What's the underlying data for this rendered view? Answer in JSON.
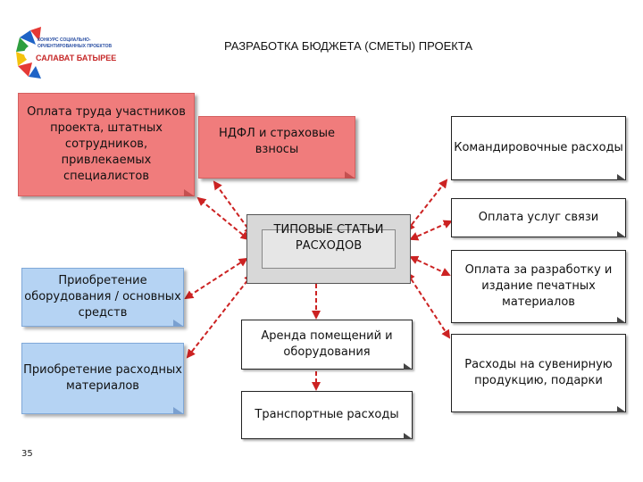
{
  "logo": {
    "line1": "КОНКУРС СОЦИАЛЬНО-",
    "line2": "ОРИЕНТИРОВАННЫХ ПРОЕКТОВ",
    "line3": "САЛАВАТ БАТЫРЕЕ"
  },
  "title": "РАЗРАБОТКА БЮДЖЕТА (СМЕТЫ) ПРОЕКТА",
  "center": "ТИПОВЫЕ СТАТЬИ РАСХОДОВ",
  "boxes": {
    "labor": "Оплата труда участников проекта, штатных сотрудников, привлекаемых специалистов",
    "ndfl": "НДФЛ и страховые взносы",
    "travel": "Командировочные расходы",
    "comm": "Оплата услуг связи",
    "print": "Оплата за разработку и издание печатных материалов",
    "souvenir": "Расходы на сувенирную продукцию, подарки",
    "equipment": "Приобретение оборудования / основных средств",
    "materials": "Приобретение расходных материалов",
    "rent": "Аренда помещений и оборудования",
    "transport": "Транспортные расходы"
  },
  "page_number": "35"
}
